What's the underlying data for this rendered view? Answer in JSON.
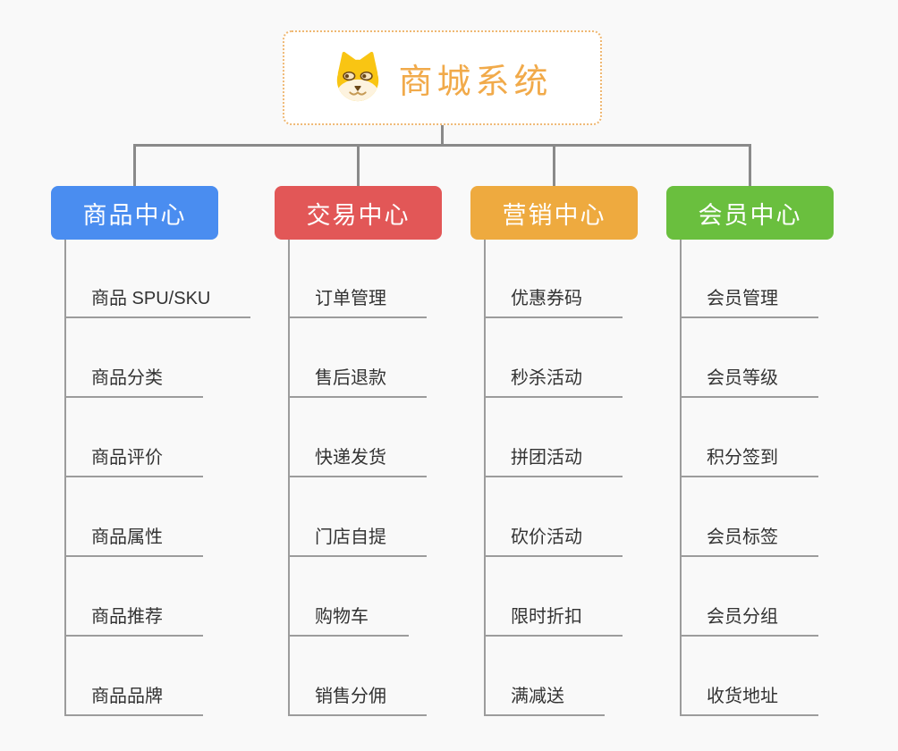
{
  "root": {
    "title": "商城系统",
    "icon": "doge-icon",
    "title_color": "#f1aa4a",
    "border_color": "#efb873"
  },
  "connector_color": "#8a8a8a",
  "leaf_line_color": "#9c9c9c",
  "leaf_text_color": "#333333",
  "background_color": "#f9f9f9",
  "branches": [
    {
      "label": "商品中心",
      "color": "#4a8df0",
      "children": [
        "商品 SPU/SKU",
        "商品分类",
        "商品评价",
        "商品属性",
        "商品推荐",
        "商品品牌"
      ]
    },
    {
      "label": "交易中心",
      "color": "#e25757",
      "children": [
        "订单管理",
        "售后退款",
        "快递发货",
        "门店自提",
        "购物车",
        "销售分佣"
      ]
    },
    {
      "label": "营销中心",
      "color": "#eeaa3f",
      "children": [
        "优惠券码",
        "秒杀活动",
        "拼团活动",
        "砍价活动",
        "限时折扣",
        "满减送"
      ]
    },
    {
      "label": "会员中心",
      "color": "#6abf3e",
      "children": [
        "会员管理",
        "会员等级",
        "积分签到",
        "会员标签",
        "会员分组",
        "收货地址"
      ]
    }
  ]
}
